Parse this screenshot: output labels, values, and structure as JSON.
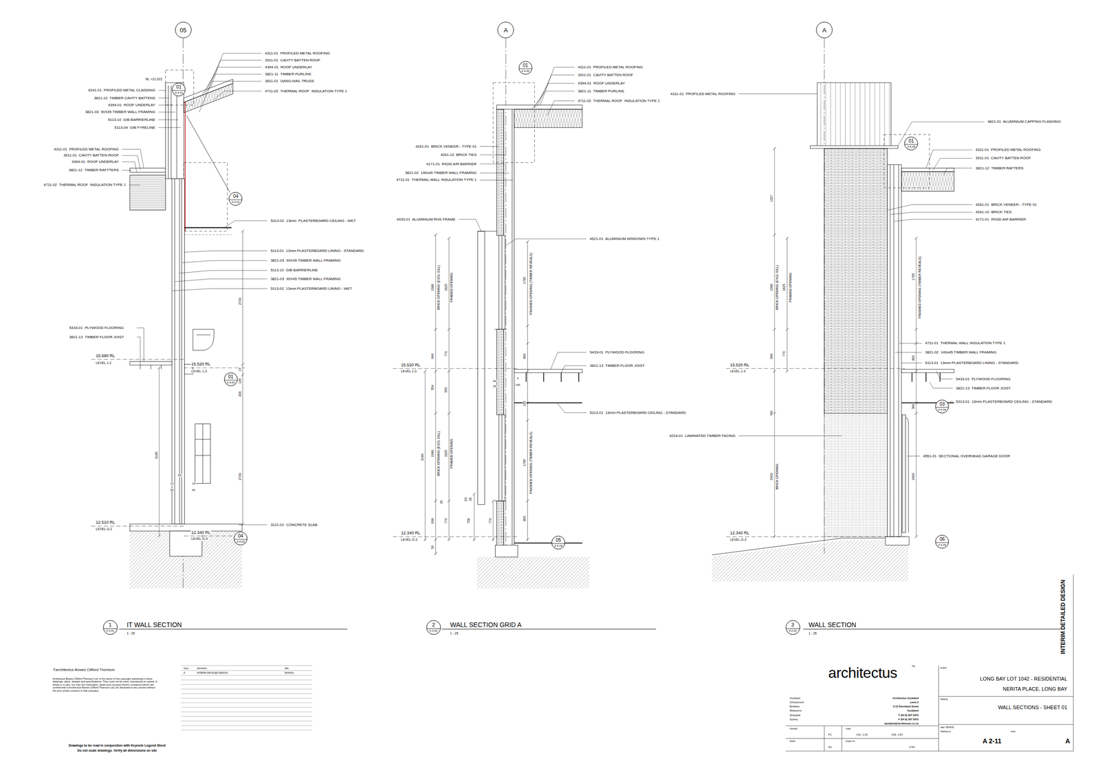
{
  "diagram": {
    "nodes": [
      {
        "text": [
          "05"
        ]
      },
      {
        "text": [
          "01",
          "A 4-01"
        ]
      },
      {
        "text": [
          "04",
          "A 4-01"
        ]
      },
      {
        "text": [
          "01",
          "A 4-03"
        ]
      },
      {
        "text": [
          "04",
          "A 4-03"
        ]
      },
      {
        "text": [
          "1",
          "A 2-01"
        ]
      },
      {
        "text": [
          "A"
        ]
      },
      {
        "text": [
          "01",
          "A 4-02"
        ]
      },
      {
        "text": [
          "05",
          "A 4-04"
        ]
      },
      {
        "text": [
          "2",
          "A 2-02"
        ]
      },
      {
        "text": [
          "A"
        ]
      },
      {
        "text": [
          "01",
          "A 4-05"
        ]
      },
      {
        "text": [
          "03",
          "A 4-04"
        ]
      },
      {
        "text": [
          "06",
          "A 4-04"
        ]
      },
      {
        "text": [
          "3",
          "A 2-02"
        ]
      }
    ],
    "labels": [
      "RL +21.022",
      "4241-01  PROFILED METAL CLADDING",
      "3821-10  TIMBER CAVITY BATTENS",
      "4394-01  ROOF UNDERLAY",
      "3821-03  90X45 TIMBER WALL FRAMING",
      "5113-10  GIB BARRIERLINE",
      "5113-04  GIB FYRELINE",
      "4311-01  PROFILED METAL ROOFING",
      "3911-01  CAVITY BATTEN ROOF",
      "4394-01  ROOF UNDERLAY",
      "3821-11  TIMBER PURLINS",
      "3811-01  GANG-NAIL TRUSS",
      "4711-02  THERMAL ROOF  INSULATION TYPE 1",
      "4311-01  PROFILED METAL ROOFING",
      "3911-01  CAVITY BATTEN ROOF",
      "4394-01  ROOF UNDERLAY",
      "3821-12  TIMBER RAFTTERS",
      "4711-02  THERMAL ROOF  INSULATION TYPE 1",
      "5313-02  13mm  PLASTERBOARD CEILING - WET",
      "5113-01  13mm PLASTERBOARD LINING - STANDARD",
      "3821-03  90X45 TIMBER WALL FRAMING",
      "5113-10  GIB BARRIERLINE",
      "3821-03  90X45 TIMBER WALL FRAMING",
      "5113-02  13mm PLASTERBOARD LINING - WET",
      "5433-01  PLYWOOD FLOORING",
      "3821-13  TIMBER FLOOR JOIST",
      "15.690 RL",
      "LEVEL 1-2",
      "15.520 RL",
      "LEVEL 1-3",
      "2700",
      "19",
      "135",
      "206",
      "3180",
      "2700",
      "13",
      "90",
      "65",
      "13",
      "90",
      "12.510 RL",
      "LEVEL G-2",
      "12.340 RL",
      "LEVEL G-3",
      "3121-01  CONCRETE SLAB",
      "IT WALL SECTION",
      "1 : 25",
      "4311-01  PROFILED METAL ROOFING",
      "3911-01  CAVITY BATTEN ROOF",
      "4394-01  ROOF UNDERLAY",
      "3821-11  TIMBER PURLINS",
      "4711-02  THERMAL ROOF  INSULATION TYPE 1",
      "4261-01  BRICK VENEER - TYPE 01",
      "4261-10  BRICK TIES",
      "4171-01  RIGID AIR BARRIER",
      "3821-02  140x45 TIMBER WALL FRAMING",
      "4711-01  THERMAL WALL INSULATION TYPE 1",
      "4933-01  ALUMINIUM RHS FRAME",
      "4521-01  ALUMINIUM WINDOWS TYPE 1",
      "5433-01  PLYWOOD FLOORING",
      "3821-13  TIMBER FLOOR JOIST",
      "5313-01  13mm PLASTERBOARD CEILING - STANDARD",
      "15.520 RL",
      "LEVEL 1-3",
      "12.340 RL",
      "LEVEL G-3",
      "1986",
      "BRICK OPENING (EXCL SILL)",
      "1825",
      "FRAMED OPENING",
      "1785",
      "FINISHED OPENING (TIMBER REVEALS)",
      "640",
      "770",
      "800",
      "554",
      "595",
      "54",
      "26",
      "6",
      "140",
      "135",
      "3180",
      "1986",
      "BRICK OPENING (EXCL SILL)",
      "1825",
      "FRAMED OPENING",
      "1785",
      "FINISHED OPENING (TIMBER REVEALS)",
      "32",
      "63",
      "35",
      "638",
      "770",
      "758",
      "770",
      "800",
      "50",
      "WALL SECTION GRID A",
      "1 : 25",
      "4311-01  PROFILED METAL ROOFING",
      "4821-01  ALUMINIUM CAPPING FLASHING",
      "4311-01  PROFILED METAL ROOFING",
      "3911-01  CAVITY BATTEN ROOF",
      "3821-12  TIMBER RAFTERS",
      "4261-01  BRICK VENEER - TYPE 01",
      "4261-10  BRICK TIES",
      "4171-01  RIGID AIR BARRIER",
      "4711-01  THERMAL WALL INSULATION TYPE 1",
      "3821-02  140x45 TIMBER WALL FRAMING",
      "5113-01  13mm PLASTERBOARD LINING - STANDARD",
      "5433-01  PLYWOOD FLOORING",
      "3821-13  TIMBER FLOOR JOIST",
      "5313-01  13mm PLASTERBOARD CEILING - STANDARD",
      "4224-01  LAMINATED TIMBER FACING",
      "4551-01  SECTIONAL OVERHEAD GARAGE DOOR",
      "15.520 RL",
      "LEVEL 1-3",
      "12.340 RL",
      "LEVEL G-3",
      "1327",
      "1986",
      "BRICK OPENING (EXCL SILL)",
      "1825",
      "FRAMED OPENING",
      "1785",
      "FINISHED OPENING (TIMBER REVEALS)",
      "640",
      "770",
      "800",
      "780",
      "2400",
      "BRICK OPENING",
      "300",
      "2400",
      "WALL SECTION",
      "1 : 25",
      "©architectus Bowes Clifford Thomson",
      "Architectus Bowes Clifford Thomson Ltd. is the owner of the copyright subsisting in these drawings, plans, designs and specifications. They must not be used, reproduced or copied, in whole or in part, nor may the information, ideas and concepts therein contained (which are confidential to Architectus Bowes Clifford Thomson Ltd.) be disclosed to any person without the prior written consent of that company.",
      "issue",
      "description",
      "date",
      "A",
      "INTERIM DETAILED DESIGN",
      "05/04/19",
      "Drawings to be read in conjunction with Keynote Legend Sheet",
      "Do not scale drawings. Verify all dimensions on site",
      "architectus",
      "TM",
      "Auckland",
      "Christchurch",
      "Brisbane",
      "Melbourne",
      "Shanghai",
      "Sydney",
      "Architectus Auckland",
      "Level 2",
      "3-13 Shortland Street",
      "Auckland",
      "T (64 9) 307 5970",
      "F (64 9) 307 5972",
      "auckland@architectus.co.nz",
      "checked",
      "FC",
      "scale",
      "(A1)  1:25",
      "(A3)  1:50",
      "drawn",
      "SA",
      "project no",
      "1734",
      "project",
      "LONG BAY LOT 1042 - RESIDENTIAL",
      "NERITA PLACE, LONG BAY",
      "drawing",
      "WALL SECTIONS - SHEET 01",
      "date: 05/04/18",
      "drawing no.",
      "issue",
      "A 2-11",
      "A",
      "INTERIM DETAILED DESIGN"
    ]
  }
}
